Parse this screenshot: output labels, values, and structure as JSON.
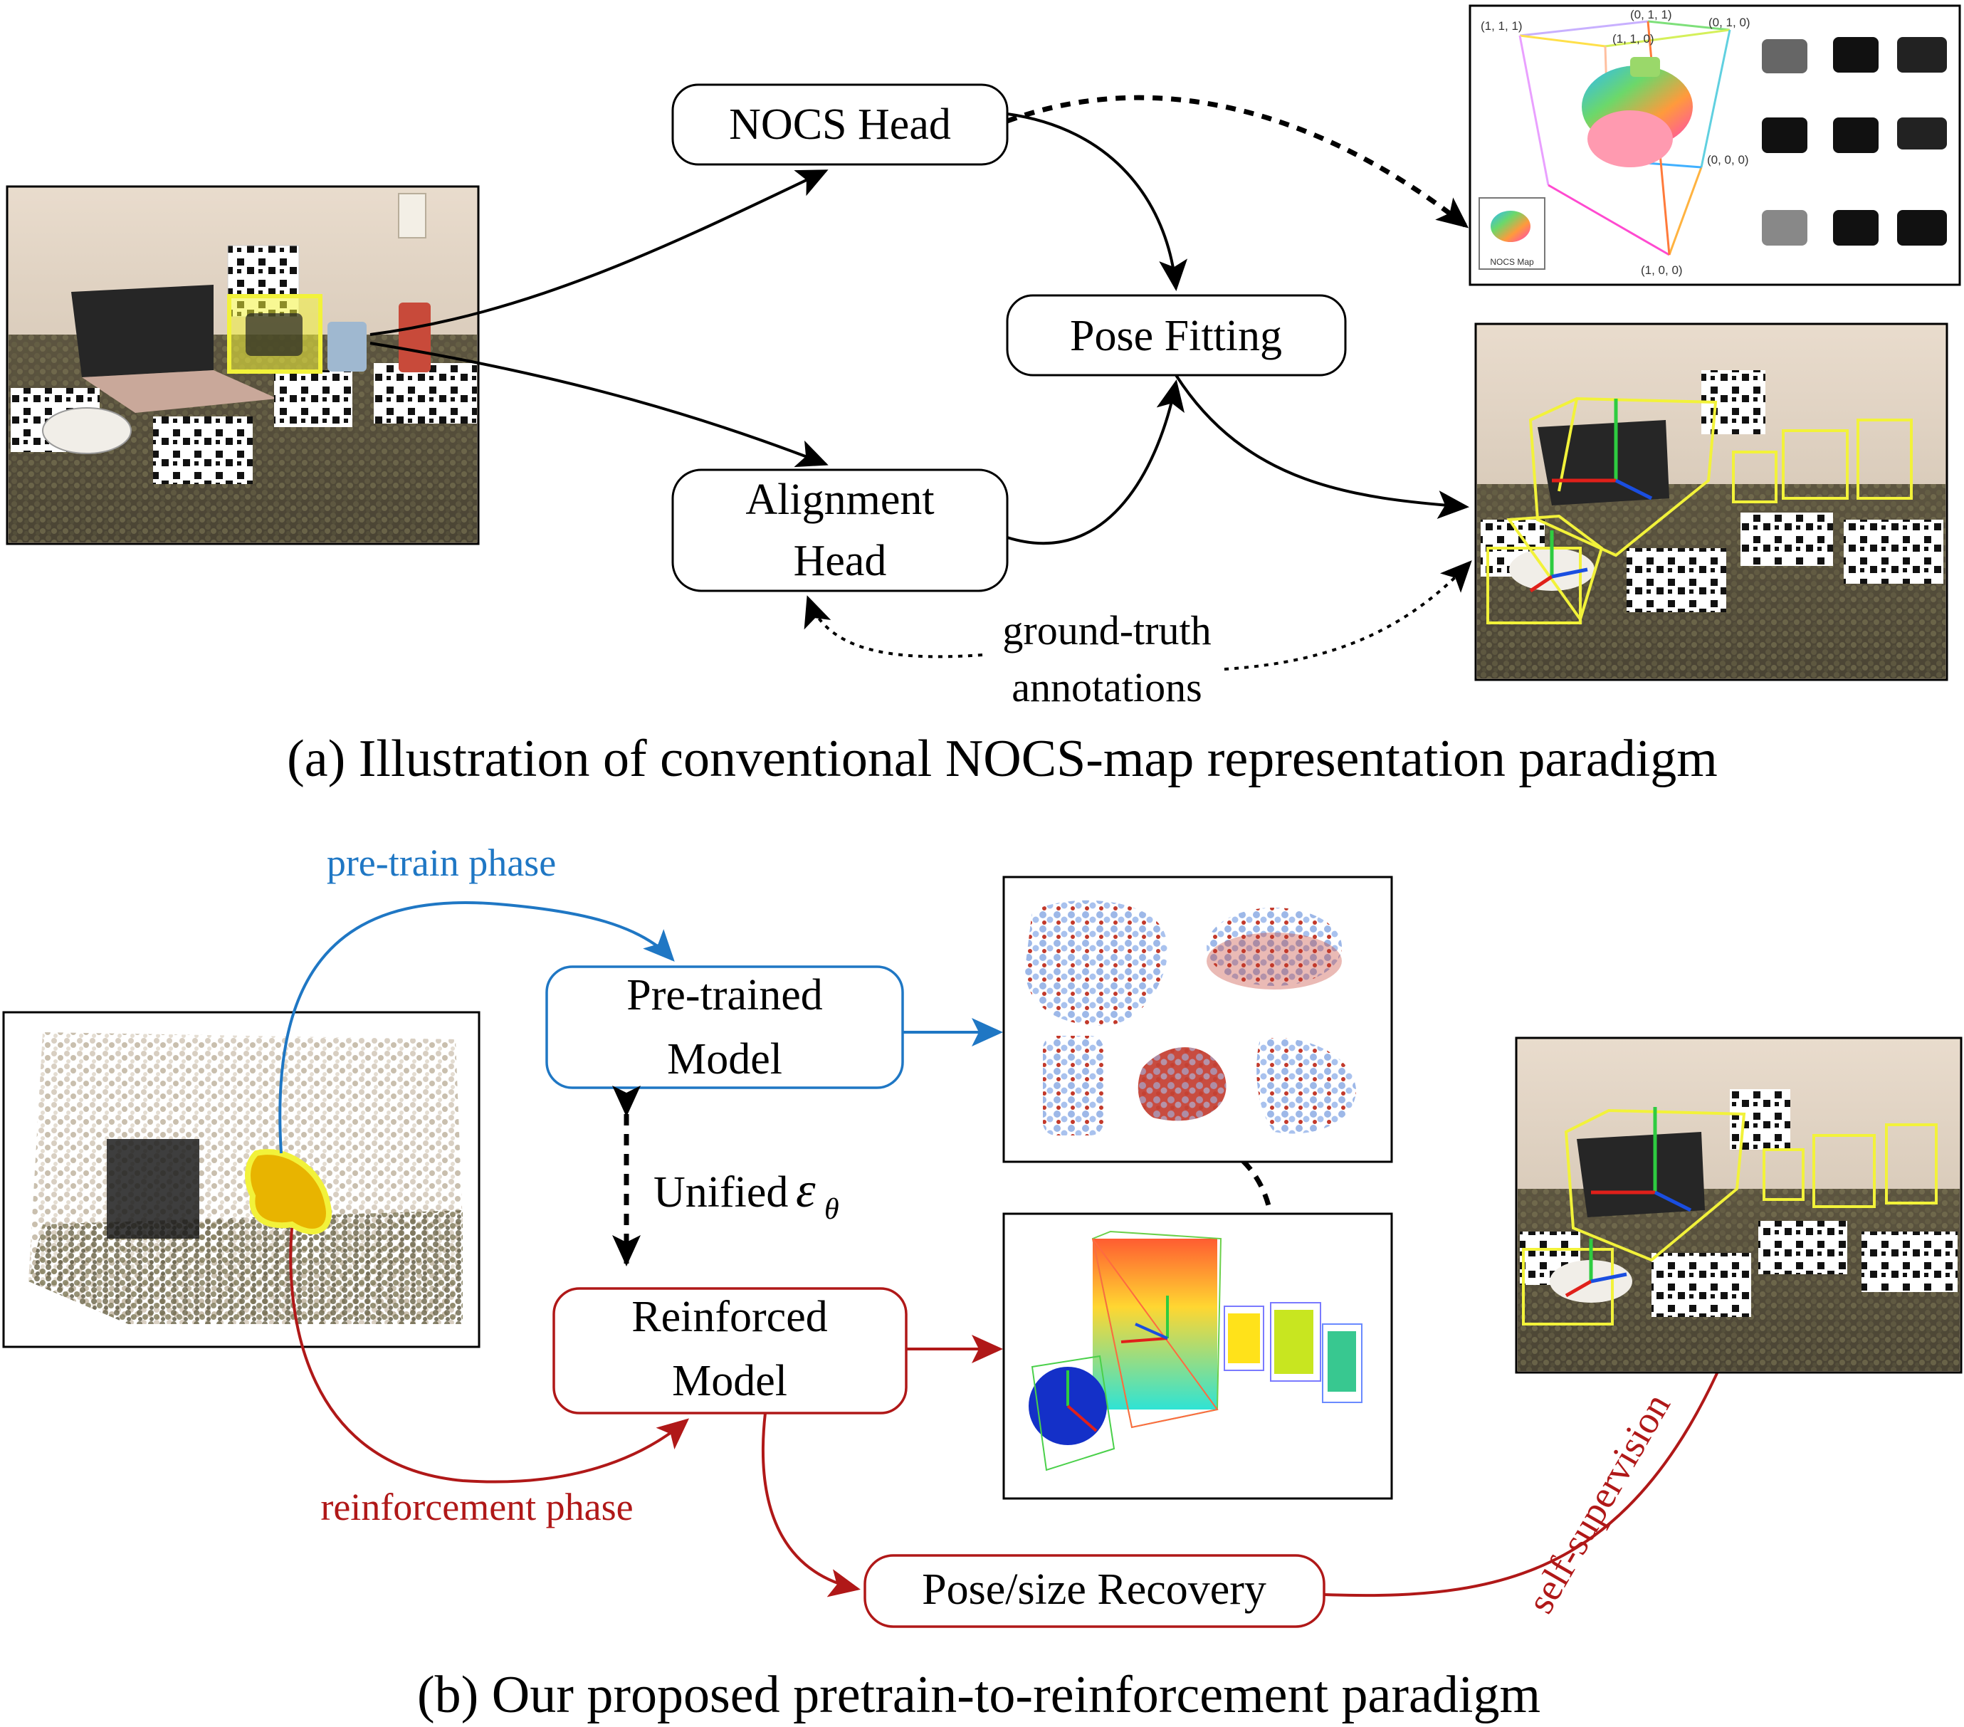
{
  "part_a": {
    "caption": "(a) Illustration of conventional NOCS-map representation paradigm",
    "nodes": {
      "nocs_head": "NOCS Head",
      "pose_fitting": "Pose Fitting",
      "alignment_head_line1": "Alignment",
      "alignment_head_line2": "Head"
    },
    "gt_label_line1": "ground-truth",
    "gt_label_line2": "annotations",
    "nocs_cube": {
      "corner_111": "(1, 1, 1)",
      "corner_011": "(0, 1, 1)",
      "corner_010": "(0, 1, 0)",
      "corner_110": "(1, 1, 0)",
      "corner_000": "(0, 0, 0)",
      "corner_100": "(1, 0, 0)",
      "nocs_map_label": "NOCS Map"
    }
  },
  "part_b": {
    "caption": "(b) Our proposed pretrain-to-reinforcement paradigm",
    "pretrain_phase": "pre-train phase",
    "reinforcement_phase": "reinforcement phase",
    "nodes": {
      "pretrained_line1": "Pre-trained",
      "pretrained_line2": "Model",
      "reinforced_line1": "Reinforced",
      "reinforced_line2": "Model",
      "pose_size_recovery": "Pose/size Recovery"
    },
    "unified_label": "Unified",
    "self_supervision": "self-supervision"
  },
  "colors": {
    "blue": "#1f77c4",
    "red": "#b01818",
    "yellow_box": "#f2f23a",
    "black": "#000000"
  }
}
